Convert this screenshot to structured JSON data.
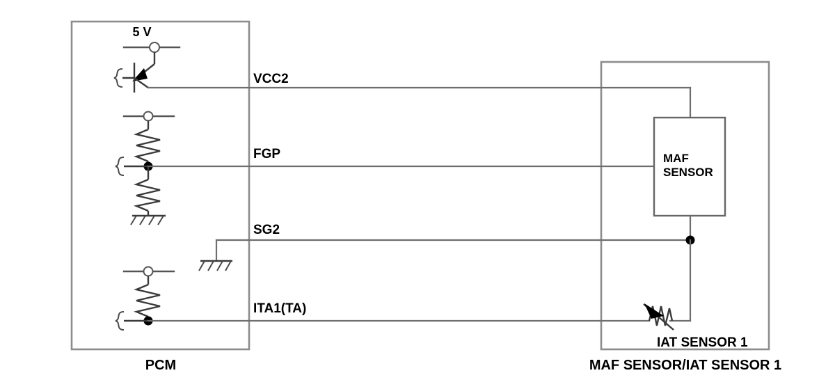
{
  "diagram": {
    "title_left": "PCM",
    "title_right": "MAF SENSOR/IAT SENSOR 1",
    "supply_label": "5 V",
    "pin_labels": {
      "vcc2": "VCC2",
      "fgp": "FGP",
      "sg2": "SG2",
      "ita1": "ITA1(TA)"
    },
    "components": {
      "maf_sensor_line1": "MAF",
      "maf_sensor_line2": "SENSOR",
      "iat_sensor": "IAT SENSOR 1"
    },
    "colors": {
      "wire": "#6e6e6e",
      "box_border": "#8d8d8d",
      "component": "#3a3a3a",
      "text": "#000000",
      "background": "#ffffff"
    }
  }
}
